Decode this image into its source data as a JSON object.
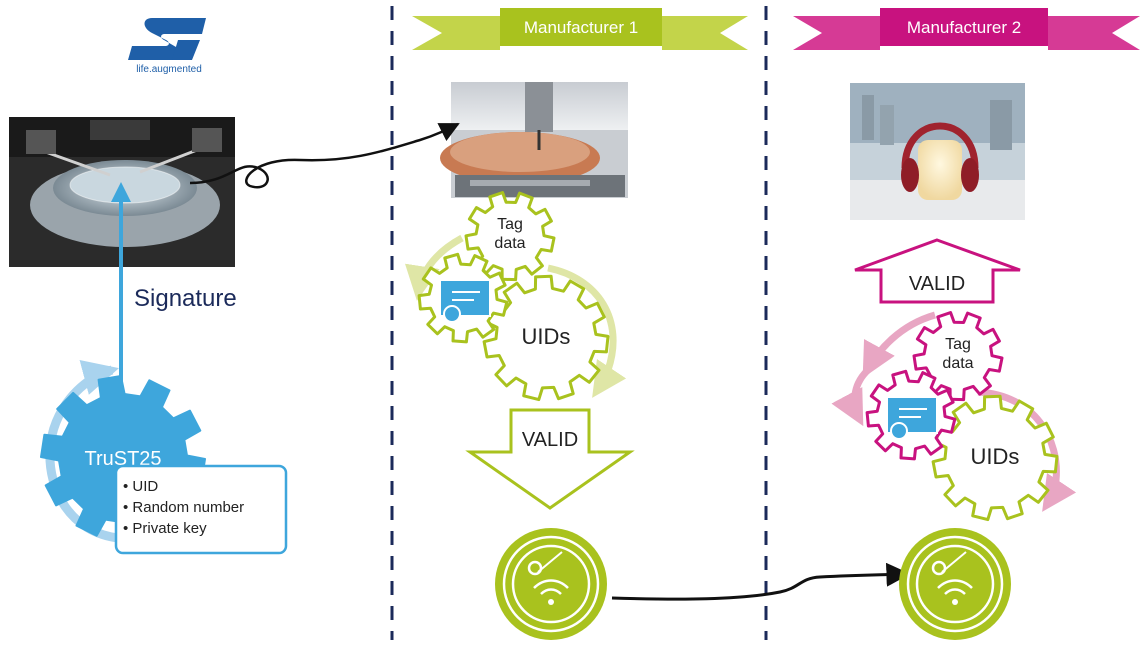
{
  "logo": {
    "tagline": "life.augmented"
  },
  "left": {
    "signature_label": "Signature",
    "core_title": "TruST25",
    "features": [
      "• UID",
      "• Random number",
      "• Private key"
    ]
  },
  "manufacturer1": {
    "banner": "Manufacturer 1",
    "tag_data_line1": "Tag",
    "tag_data_line2": "data",
    "uids": "UIDs",
    "valid": "VALID"
  },
  "manufacturer2": {
    "banner": "Manufacturer 2",
    "tag_data_line1": "Tag",
    "tag_data_line2": "data",
    "uids": "UIDs",
    "valid": "VALID"
  },
  "colors": {
    "lime": "#a9c21e",
    "lime_light": "#dfe6a6",
    "magenta": "#c8127f",
    "pink_light": "#e8a6c3",
    "blue": "#3ea6dc",
    "blue_light": "#a9d3ee",
    "navy": "#1b2a5a"
  }
}
